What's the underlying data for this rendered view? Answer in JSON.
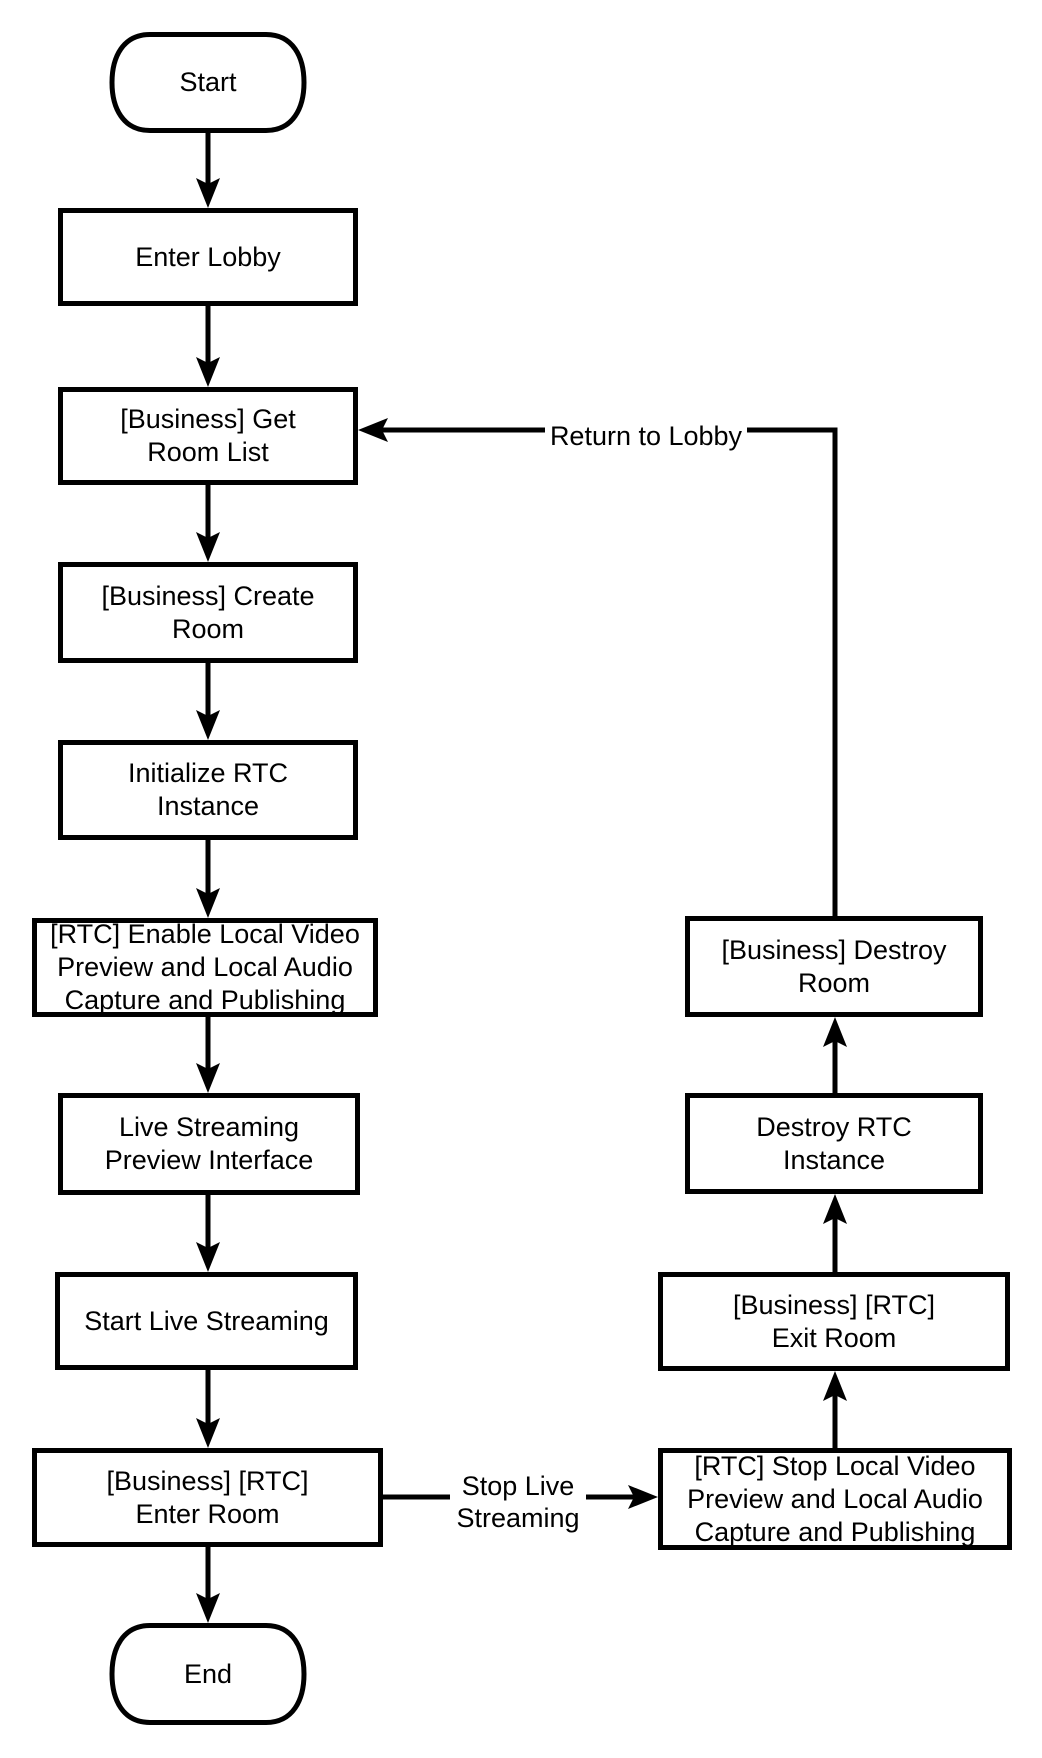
{
  "diagram": {
    "type": "flowchart",
    "colors": {
      "stroke": "#000000",
      "fill": "#ffffff",
      "text": "#000000"
    },
    "nodes": {
      "start": {
        "label": "Start",
        "shape": "terminator"
      },
      "enter_lobby": {
        "label": "Enter Lobby",
        "shape": "process"
      },
      "get_room_list": {
        "label": "[Business] Get\nRoom List",
        "shape": "process"
      },
      "create_room": {
        "label": "[Business] Create\nRoom",
        "shape": "process"
      },
      "init_rtc": {
        "label": "Initialize RTC\nInstance",
        "shape": "process"
      },
      "enable_local_av": {
        "label": "[RTC] Enable Local Video\nPreview and Local Audio\nCapture and Publishing",
        "shape": "process"
      },
      "live_preview": {
        "label": "Live Streaming\nPreview Interface",
        "shape": "process"
      },
      "start_live": {
        "label": "Start Live Streaming",
        "shape": "process"
      },
      "enter_room": {
        "label": "[Business] [RTC]\nEnter Room",
        "shape": "process"
      },
      "end": {
        "label": "End",
        "shape": "terminator"
      },
      "destroy_room": {
        "label": "[Business] Destroy\nRoom",
        "shape": "process"
      },
      "destroy_rtc": {
        "label": "Destroy RTC\nInstance",
        "shape": "process"
      },
      "exit_room": {
        "label": "[Business] [RTC]\nExit Room",
        "shape": "process"
      },
      "stop_local_av": {
        "label": "[RTC] Stop Local Video\nPreview and Local Audio\nCapture and Publishing",
        "shape": "process"
      }
    },
    "edges": {
      "start_to_enter_lobby": {
        "from": "start",
        "to": "enter_lobby"
      },
      "enter_lobby_to_get_room_list": {
        "from": "enter_lobby",
        "to": "get_room_list"
      },
      "get_room_list_to_create_room": {
        "from": "get_room_list",
        "to": "create_room"
      },
      "create_room_to_init_rtc": {
        "from": "create_room",
        "to": "init_rtc"
      },
      "init_rtc_to_enable_local_av": {
        "from": "init_rtc",
        "to": "enable_local_av"
      },
      "enable_local_av_to_live_preview": {
        "from": "enable_local_av",
        "to": "live_preview"
      },
      "live_preview_to_start_live": {
        "from": "live_preview",
        "to": "start_live"
      },
      "start_live_to_enter_room": {
        "from": "start_live",
        "to": "enter_room"
      },
      "enter_room_to_end": {
        "from": "enter_room",
        "to": "end"
      },
      "enter_room_to_stop_local_av": {
        "from": "enter_room",
        "to": "stop_local_av",
        "label": "Stop Live\nStreaming"
      },
      "stop_local_av_to_exit_room": {
        "from": "stop_local_av",
        "to": "exit_room"
      },
      "exit_room_to_destroy_rtc": {
        "from": "exit_room",
        "to": "destroy_rtc"
      },
      "destroy_rtc_to_destroy_room": {
        "from": "destroy_rtc",
        "to": "destroy_room"
      },
      "destroy_room_to_get_room_list": {
        "from": "destroy_room",
        "to": "get_room_list",
        "label": "Return to Lobby"
      }
    }
  }
}
